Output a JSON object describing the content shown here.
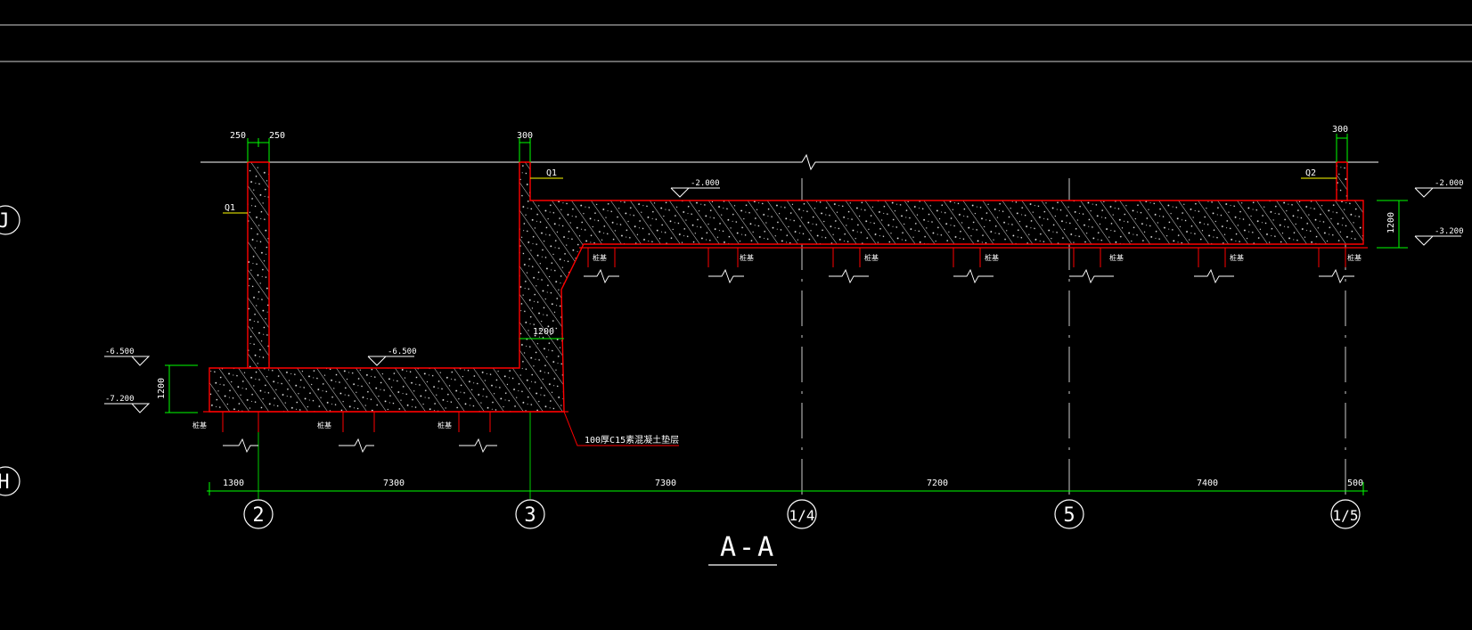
{
  "drawing": {
    "section_title": "A-A",
    "grid_axes_bottom": [
      "2",
      "3",
      "1/4",
      "5",
      "1/5"
    ],
    "grid_axes_left": [
      "J",
      "H"
    ],
    "dimensions_bottom": [
      "1300",
      "7300",
      "7300",
      "7200",
      "7400",
      "500"
    ],
    "dimensions_top": [
      "250",
      "250",
      "300",
      "300"
    ],
    "dimension_vertical": [
      "1200",
      "1200",
      "1200"
    ],
    "levels": [
      "-2.000",
      "-2.000",
      "-3.200",
      "-6.500",
      "-6.500",
      "-7.200"
    ],
    "wall_tags": [
      "Q1",
      "Q1",
      "Q2"
    ],
    "note": "100厚C15素混凝土垫层",
    "pile_label": "桩基"
  },
  "colors": {
    "background": "#000000",
    "outline": "#ff0000",
    "dimension": "#00ff00",
    "text": "#ffffff",
    "leader": "#ffff00",
    "hatch": "#ffffff",
    "frame": "#ffffff"
  }
}
